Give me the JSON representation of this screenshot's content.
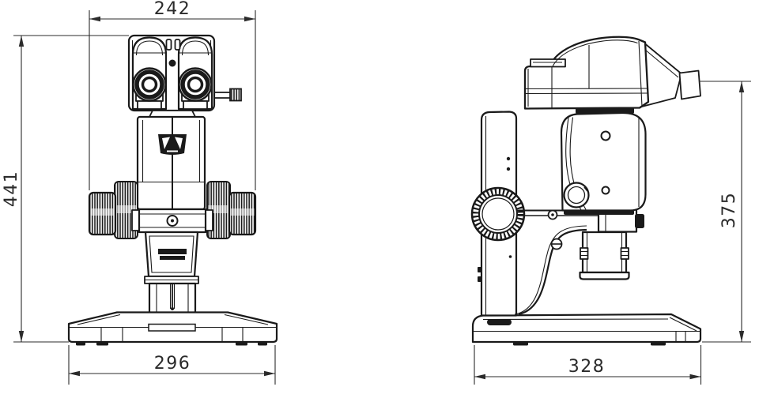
{
  "drawing": {
    "subject": "stereo-microscope-two-view-dimension-drawing",
    "colors": {
      "line": "#1a1a1a",
      "dimension_line": "#2b2b2b",
      "background": "#ffffff"
    },
    "dimensions": {
      "front_overall_width": "242",
      "front_overall_height": "441",
      "front_base_width": "296",
      "side_height": "375",
      "side_base_depth": "328"
    }
  }
}
